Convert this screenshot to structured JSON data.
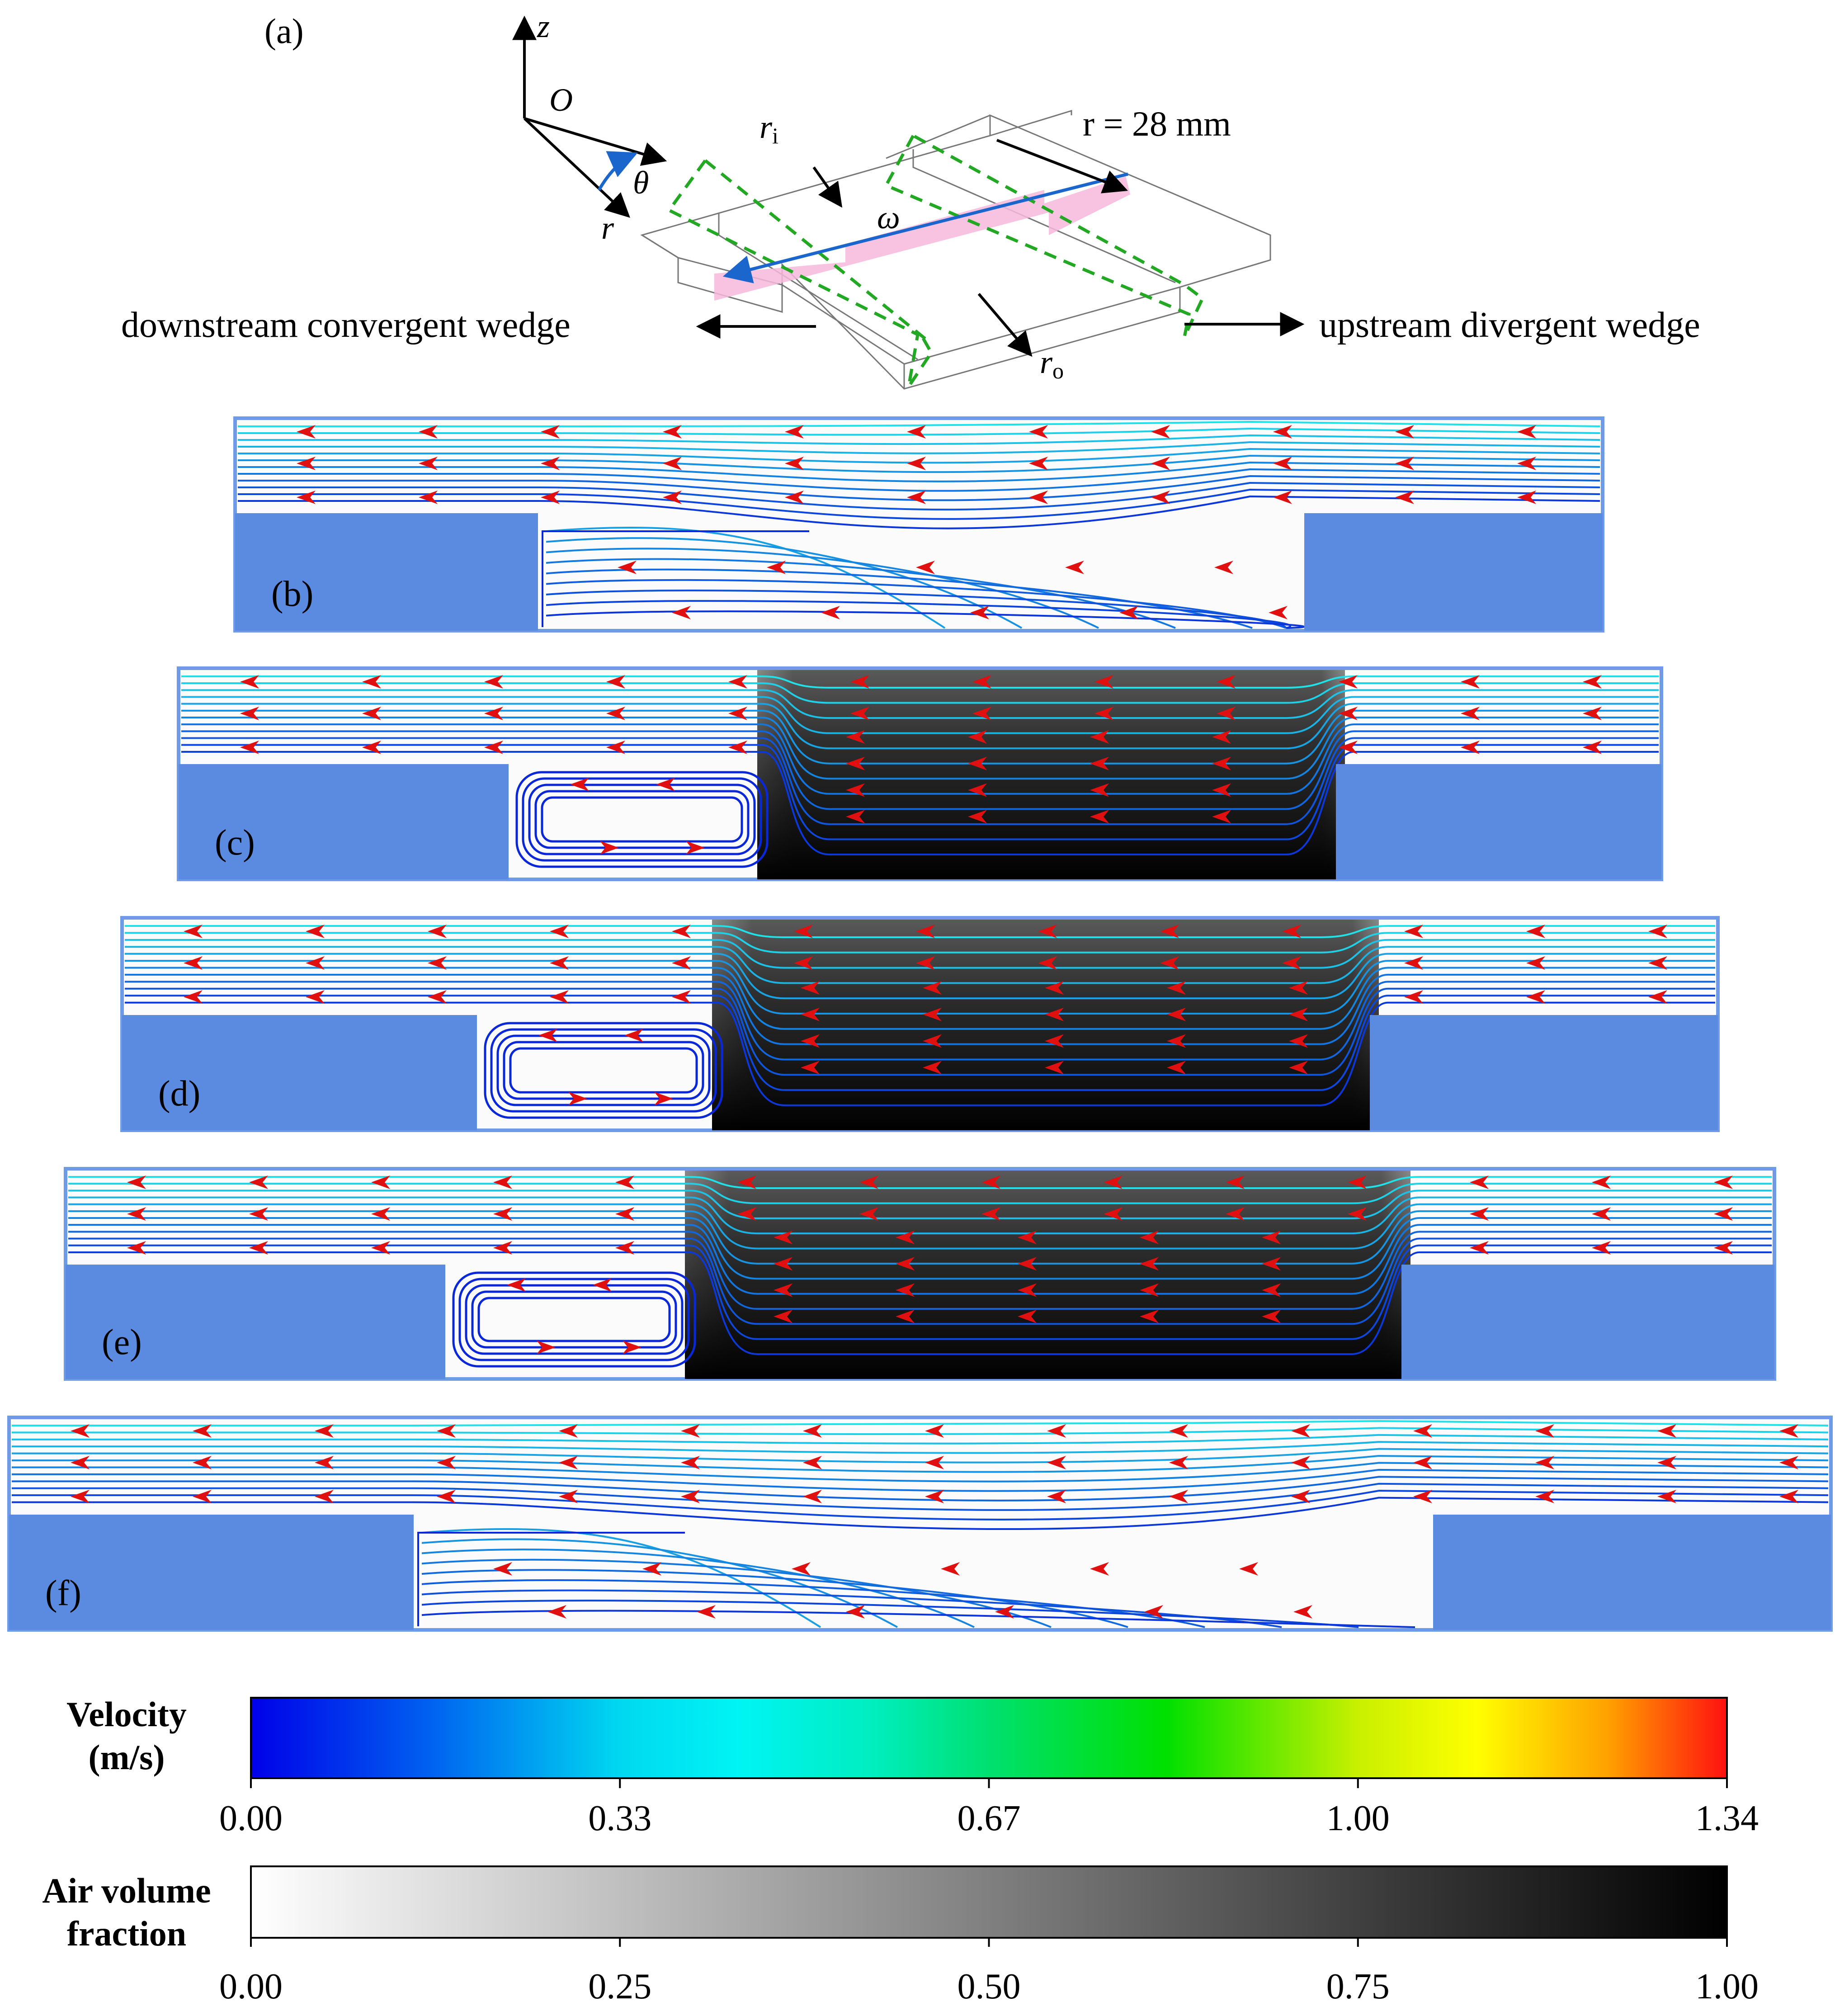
{
  "schematic": {
    "panel_label": "(a)",
    "axis_z": "z",
    "origin": "O",
    "axis_theta": "θ",
    "axis_r": "r",
    "omega": "ω",
    "r_inner_main": "r",
    "r_inner_sub": "i",
    "r_outer_main": "r",
    "r_outer_sub": "o",
    "radius_label": "r = 28 mm",
    "left_wedge": "downstream convergent wedge",
    "right_wedge": "upstream divergent wedge"
  },
  "panels": [
    {
      "label": "(b)",
      "air": false,
      "recirc": false
    },
    {
      "label": "(c)",
      "air": true,
      "recirc": true
    },
    {
      "label": "(d)",
      "air": true,
      "recirc": true
    },
    {
      "label": "(e)",
      "air": true,
      "recirc": true
    },
    {
      "label": "(f)",
      "air": false,
      "recirc": false
    }
  ],
  "colors": {
    "solid": "#5b8be0",
    "arrow": "#e01010",
    "streamline_fast": "#20e0e8",
    "streamline_slow": "#0a28d8",
    "frame": "#6f9ae8"
  },
  "velocity_bar": {
    "title_line1": "Velocity",
    "title_line2": "(m/s)",
    "ticks": [
      "0.00",
      "0.33",
      "0.67",
      "1.00",
      "1.34"
    ],
    "min": 0,
    "max": 1.34
  },
  "air_bar": {
    "title_line1": "Air volume",
    "title_line2": "fraction",
    "ticks": [
      "0.00",
      "0.25",
      "0.50",
      "0.75",
      "1.00"
    ],
    "min": 0,
    "max": 1
  }
}
